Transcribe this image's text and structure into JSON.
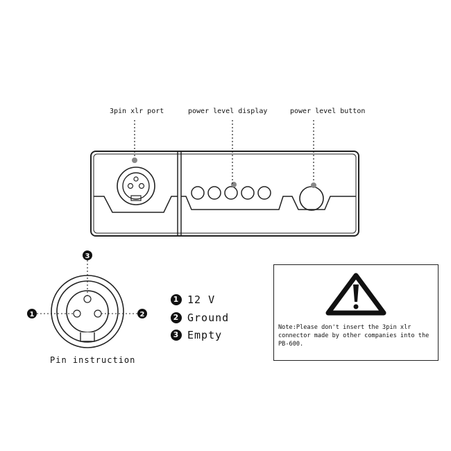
{
  "callouts": {
    "xlr_port": "3pin xlr port",
    "level_display": "power level display",
    "level_button": "power level button"
  },
  "pin_diagram": {
    "caption": "Pin instruction",
    "markers": [
      "1",
      "2",
      "3"
    ]
  },
  "pins": [
    {
      "num": "1",
      "label": "12 V"
    },
    {
      "num": "2",
      "label": "Ground"
    },
    {
      "num": "3",
      "label": "Empty"
    }
  ],
  "note": {
    "text": "Note:Please don't insert the 3pin xlr connector made by other companies into the PB-600.",
    "icon": "warning-triangle-icon"
  },
  "device": {
    "led_count": 5
  }
}
